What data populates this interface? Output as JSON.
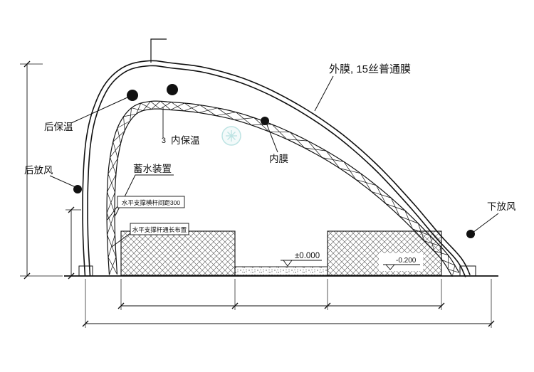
{
  "labels": {
    "outer_film": "外膜, 15丝普通膜",
    "rear_insulation": "后保温",
    "insulation_dim": "3",
    "inner_insulation": "内保温",
    "inner_film": "内膜",
    "water_storage": "蓄水装置",
    "rear_vent": "后放风",
    "lower_vent": "下放风",
    "note_crossbar": "水平支撑横杆间距300",
    "note_rod": "水平支撑杆通长布置",
    "elev_zero": "±0.000",
    "elev_neg": "-0.200"
  },
  "colors": {
    "line": "#111111",
    "hatch": "#555555",
    "watermark": "#7ec9c9"
  },
  "icons": {
    "markers": "solid-dot-marker",
    "watermark": "asterisk-flower-logo",
    "elevation": "inverted-triangle-level-symbol"
  }
}
